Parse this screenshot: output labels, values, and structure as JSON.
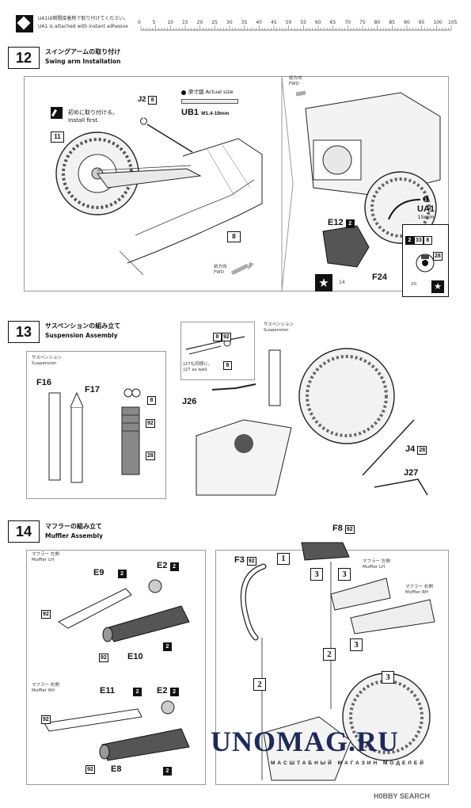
{
  "header": {
    "note_jp": "UA1は瞬間接着剤で取り付けてください。",
    "note_en": "UA1 is attached with instant adhesive",
    "ruler": [
      "0",
      "5",
      "10",
      "15",
      "20",
      "25",
      "30",
      "35",
      "40",
      "45",
      "50",
      "55",
      "60",
      "65",
      "70",
      "75",
      "80",
      "85",
      "90",
      "95",
      "100",
      "105"
    ]
  },
  "step12": {
    "number": "12",
    "title_jp": "スイングアームの取り付け",
    "title_en": "Swing arm Installation",
    "install_first_jp": "初めに取り付ける。",
    "install_first_en": "Install first.",
    "callout_11": "11",
    "callout_8": "8",
    "j2": "J2",
    "j2_num": "8",
    "actual_size_jp": "原寸図",
    "actual_size_en": "Actual size",
    "ub1": "UB1",
    "ub1_size": "M1.4-19mm",
    "fwd_jp": "前方向",
    "fwd_en": "FWD",
    "fwd2_jp": "前方向",
    "fwd2_en": "FWD",
    "ua1_mark": "❶",
    "ua1": "UA1",
    "ua1_len": "15mm",
    "e12": "E12",
    "e12_num": "2",
    "f24": "F24",
    "star_num": "14",
    "detail_nums": [
      "2",
      "33",
      "8",
      "28",
      "20"
    ]
  },
  "step13": {
    "number": "13",
    "title_jp": "サスペンションの組み立て",
    "title_en": "Suspension Assembly",
    "susp_jp": "サスペンション",
    "susp_en": "Suspension",
    "susp2_jp": "サスペンション",
    "susp2_en": "Suspension",
    "f16": "F16",
    "f17": "F17",
    "n8a": "8",
    "n92a": "92",
    "n28a": "28",
    "n8b": "8",
    "n92b": "92",
    "n8c": "8",
    "j27_same_jp": "J27も同様に。",
    "j27_same_en": "J27 as well.",
    "j26": "J26",
    "j4": "J4",
    "j4_num": "28",
    "j27": "J27"
  },
  "step14": {
    "number": "14",
    "title_jp": "マフラーの組み立て",
    "title_en": "Muffler Assembly",
    "muffler_lh_jp": "マフラー 左側",
    "muffler_lh_en": "Muffler LH",
    "muffler_rh_jp": "マフラー 右側",
    "muffler_rh_en": "Muffler RH",
    "e9": "E9",
    "e9_num": "2",
    "e2a": "E2",
    "e2a_num": "2",
    "n92_1": "92",
    "n2_1": "2",
    "n92_2": "92",
    "e10": "E10",
    "e11": "E11",
    "e11_num": "2",
    "e2b": "E2",
    "e2b_num": "2",
    "n92_3": "92",
    "n92_4": "92",
    "n2_2": "2",
    "e8": "E8",
    "f8": "F8",
    "f8_num": "92",
    "f3": "F3",
    "f3_num": "92",
    "seq_1": "1",
    "seq_3a": "3",
    "seq_3b": "3",
    "seq_3c": "3",
    "seq_3d": "3",
    "seq_2a": "2",
    "seq_2b": "2",
    "lh_jp": "マフラー 左側",
    "lh_en": "Muffler LH",
    "rh_jp": "マフラー 右側",
    "rh_en": "Muffler RH"
  },
  "watermark": {
    "brand": "UNOMAG.RU",
    "sub": "МАСШТАБНЫЙ МАГАЗИН МОДЕЛЕЙ",
    "hobby": "H0BBY SEARCH"
  }
}
